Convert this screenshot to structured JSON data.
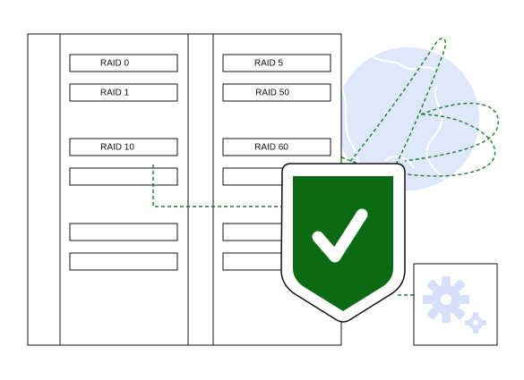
{
  "colors": {
    "stroke": "#111111",
    "globe_fill": "#dfe7fb",
    "globe_lines": "#ffffff",
    "dashed_line": "#1e7a2a",
    "shield_fill": "#0b6b14",
    "shield_outline": "#111111",
    "check": "#ffffff",
    "gear_fill": "#d7e0fa"
  },
  "icons": {
    "globe": "globe-icon",
    "shield": "shield-check-icon",
    "gears": "gears-icon"
  },
  "raid_slots": {
    "left_column": {
      "slot_1": "RAID 0",
      "slot_2": "RAID 1",
      "slot_3": "RAID 10",
      "slot_4": "",
      "slot_5": "",
      "slot_6": ""
    },
    "right_column": {
      "slot_1": "RAID 5",
      "slot_2": "RAID 50",
      "slot_3": "RAID 60",
      "slot_4": "",
      "slot_5": "",
      "slot_6": ""
    }
  }
}
